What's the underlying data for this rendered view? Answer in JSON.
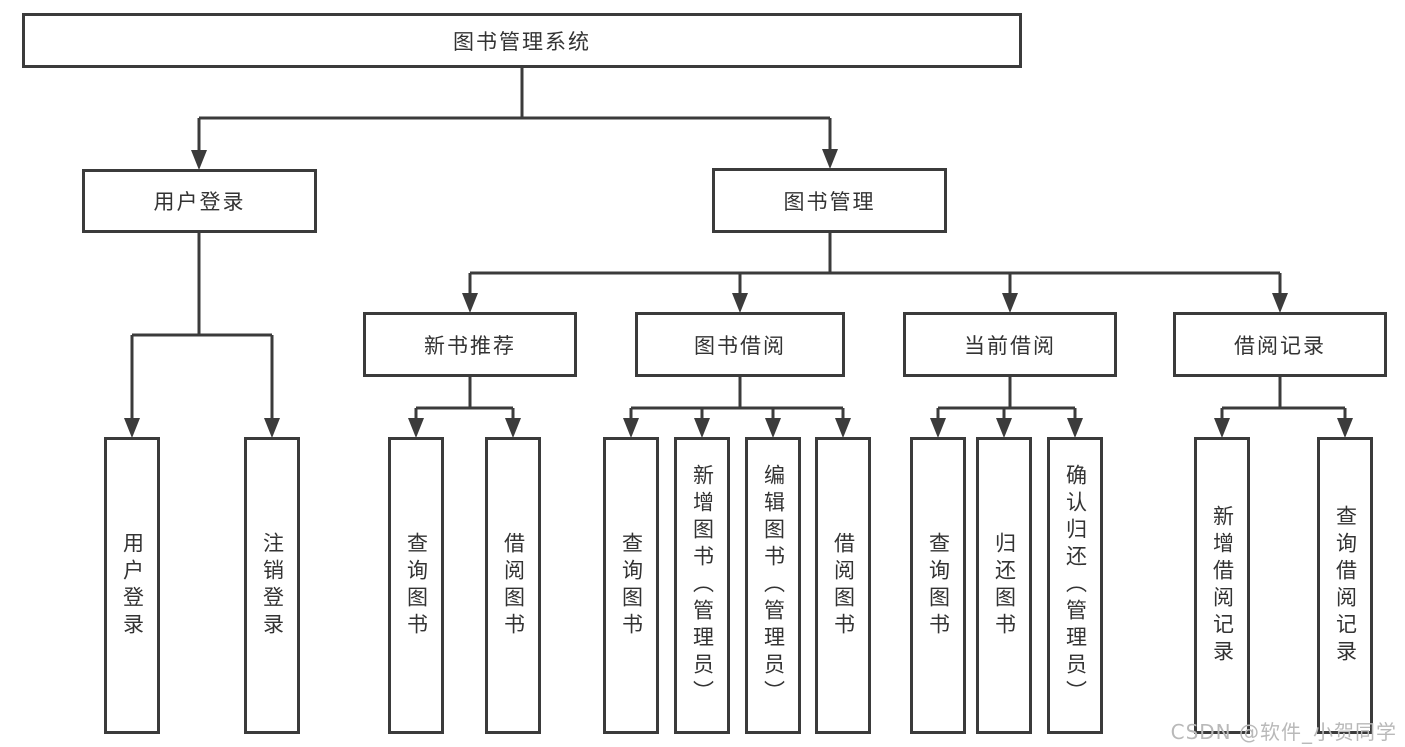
{
  "diagram_type": "hierarchy-tree",
  "colors": {
    "background": "#ffffff",
    "line": "#3b3b3b",
    "box_border": "#3b3b3b",
    "text": "#333333",
    "watermark": "#b9b9b9"
  },
  "tree": {
    "label": "图书管理系统",
    "children": [
      {
        "label": "用户登录",
        "children": [
          {
            "label": "用户登录"
          },
          {
            "label": "注销登录"
          }
        ]
      },
      {
        "label": "图书管理",
        "children": [
          {
            "label": "新书推荐",
            "children": [
              {
                "label": "查询图书"
              },
              {
                "label": "借阅图书"
              }
            ]
          },
          {
            "label": "图书借阅",
            "children": [
              {
                "label": "查询图书"
              },
              {
                "label": "新增图书（管理员）"
              },
              {
                "label": "编辑图书（管理员）"
              },
              {
                "label": "借阅图书"
              }
            ]
          },
          {
            "label": "当前借阅",
            "children": [
              {
                "label": "查询图书"
              },
              {
                "label": "归还图书"
              },
              {
                "label": "确认归还（管理员）"
              }
            ]
          },
          {
            "label": "借阅记录",
            "children": [
              {
                "label": "新增借阅记录"
              },
              {
                "label": "查询借阅记录"
              }
            ]
          }
        ]
      }
    ]
  },
  "watermark": "CSDN @软件_小贺同学"
}
